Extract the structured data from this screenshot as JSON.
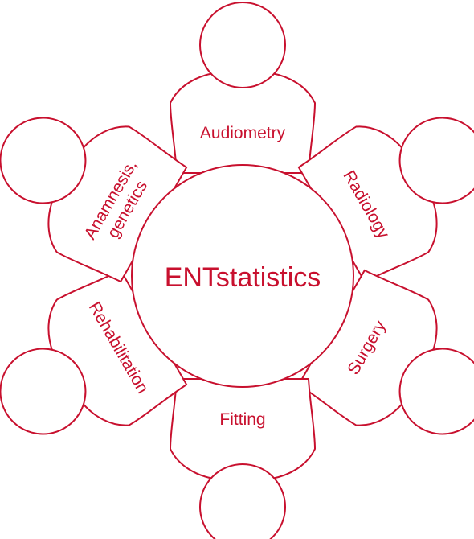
{
  "colors": {
    "accent": "#c8102e"
  },
  "center": {
    "label": "ENTstatistics"
  },
  "roles": [
    {
      "key": "audiometry",
      "lines": [
        "Audiometry"
      ]
    },
    {
      "key": "radiology",
      "lines": [
        "Radiology"
      ]
    },
    {
      "key": "surgery",
      "lines": [
        "Surgery"
      ]
    },
    {
      "key": "fitting",
      "lines": [
        "Fitting"
      ]
    },
    {
      "key": "rehabilitation",
      "lines": [
        "Rehabilitation"
      ]
    },
    {
      "key": "anamnesis",
      "lines": [
        "Anamnesis,",
        "genetics"
      ]
    }
  ]
}
